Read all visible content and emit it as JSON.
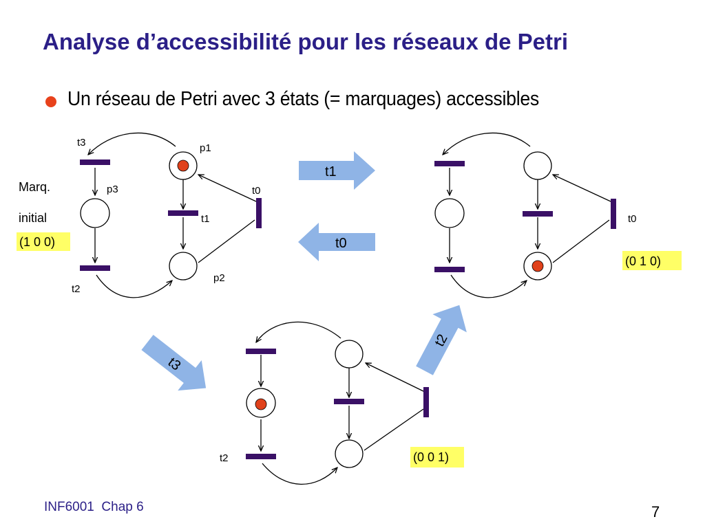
{
  "slide": {
    "title": "Analyse d’accessibilité pour les réseaux de Petri",
    "bullet": "Un réseau de Petri avec 3 états (= marquages) accessibles",
    "footer": "INF6001  Chap 6",
    "page_number": "7"
  },
  "colors": {
    "title": "#2b1f87",
    "bullet": "#e8421c",
    "transition_bar": "#3a1066",
    "token": "#e0411b",
    "arrow_fill": "#8fb4e6",
    "marking_highlight": "#ffff66"
  },
  "net_initial": {
    "labels": {
      "t3": "t3",
      "p1": "p1",
      "p3": "p3",
      "t0": "t0",
      "t1": "t1",
      "p2": "p2",
      "t2": "t2"
    },
    "caption_line1": "Marq.",
    "caption_line2": "initial",
    "marking": "(1 0 0)"
  },
  "net_after_t1": {
    "labels": {
      "t0": "t0"
    },
    "marking": "(0 1 0)"
  },
  "net_after_t2": {
    "labels": {
      "t2": "t2"
    },
    "marking": "(0 0 1)"
  },
  "transition_arrows": {
    "t1": "t1",
    "t0": "t0",
    "t2": "t2",
    "t3": "t3"
  }
}
